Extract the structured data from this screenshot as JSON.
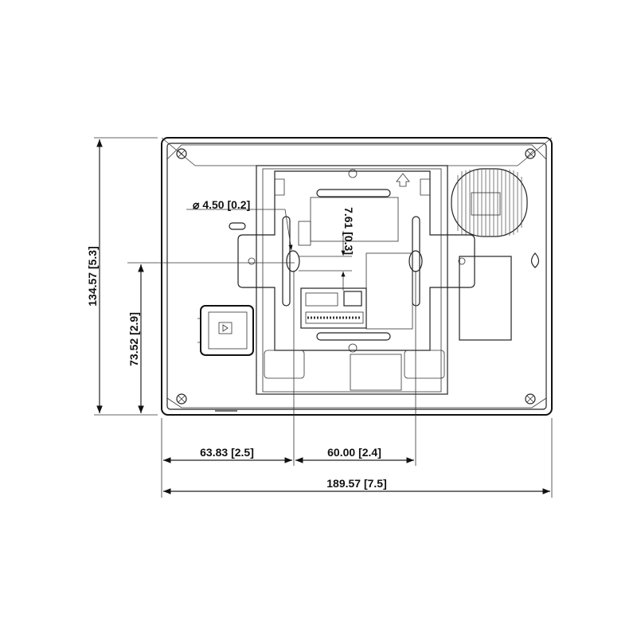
{
  "dimensions": {
    "diameter": "⌀ 4.50  [0.2]",
    "depth": "7.61  [0.3]",
    "height": "134.57  [5.3]",
    "offset_height": "73.52  [2.9]",
    "offset_left": "63.83  [2.5]",
    "hole_spacing": "60.00  [2.4]",
    "width": "189.57  [7.5]"
  }
}
